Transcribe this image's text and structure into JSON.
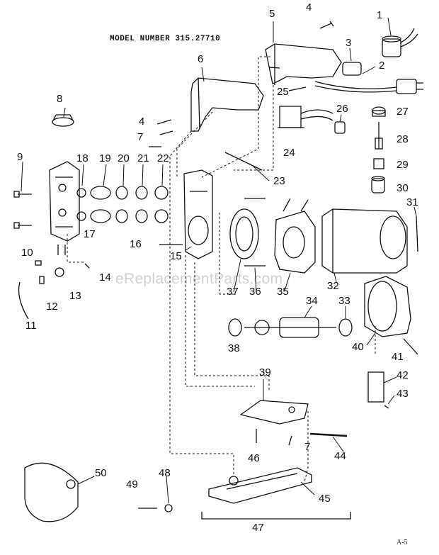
{
  "header": {
    "model_label": "MODEL NUMBER 315.27710"
  },
  "footer": {
    "page_code": "A-5"
  },
  "watermark": {
    "text": "eReplacementParts.com"
  },
  "parts": [
    "1",
    "2",
    "3",
    "4",
    "5",
    "6",
    "7",
    "8",
    "9",
    "10",
    "11",
    "12",
    "13",
    "14",
    "15",
    "16",
    "17",
    "18",
    "19",
    "20",
    "21",
    "22",
    "23",
    "24",
    "25",
    "26",
    "27",
    "28",
    "29",
    "30",
    "31",
    "32",
    "33",
    "34",
    "35",
    "36",
    "37",
    "38",
    "39",
    "40",
    "41",
    "42",
    "43",
    "44",
    "45",
    "46",
    "47",
    "48",
    "49",
    "50"
  ],
  "colors": {
    "ink": "#111111",
    "watermark": "#d0d0d0",
    "background": "#ffffff"
  }
}
